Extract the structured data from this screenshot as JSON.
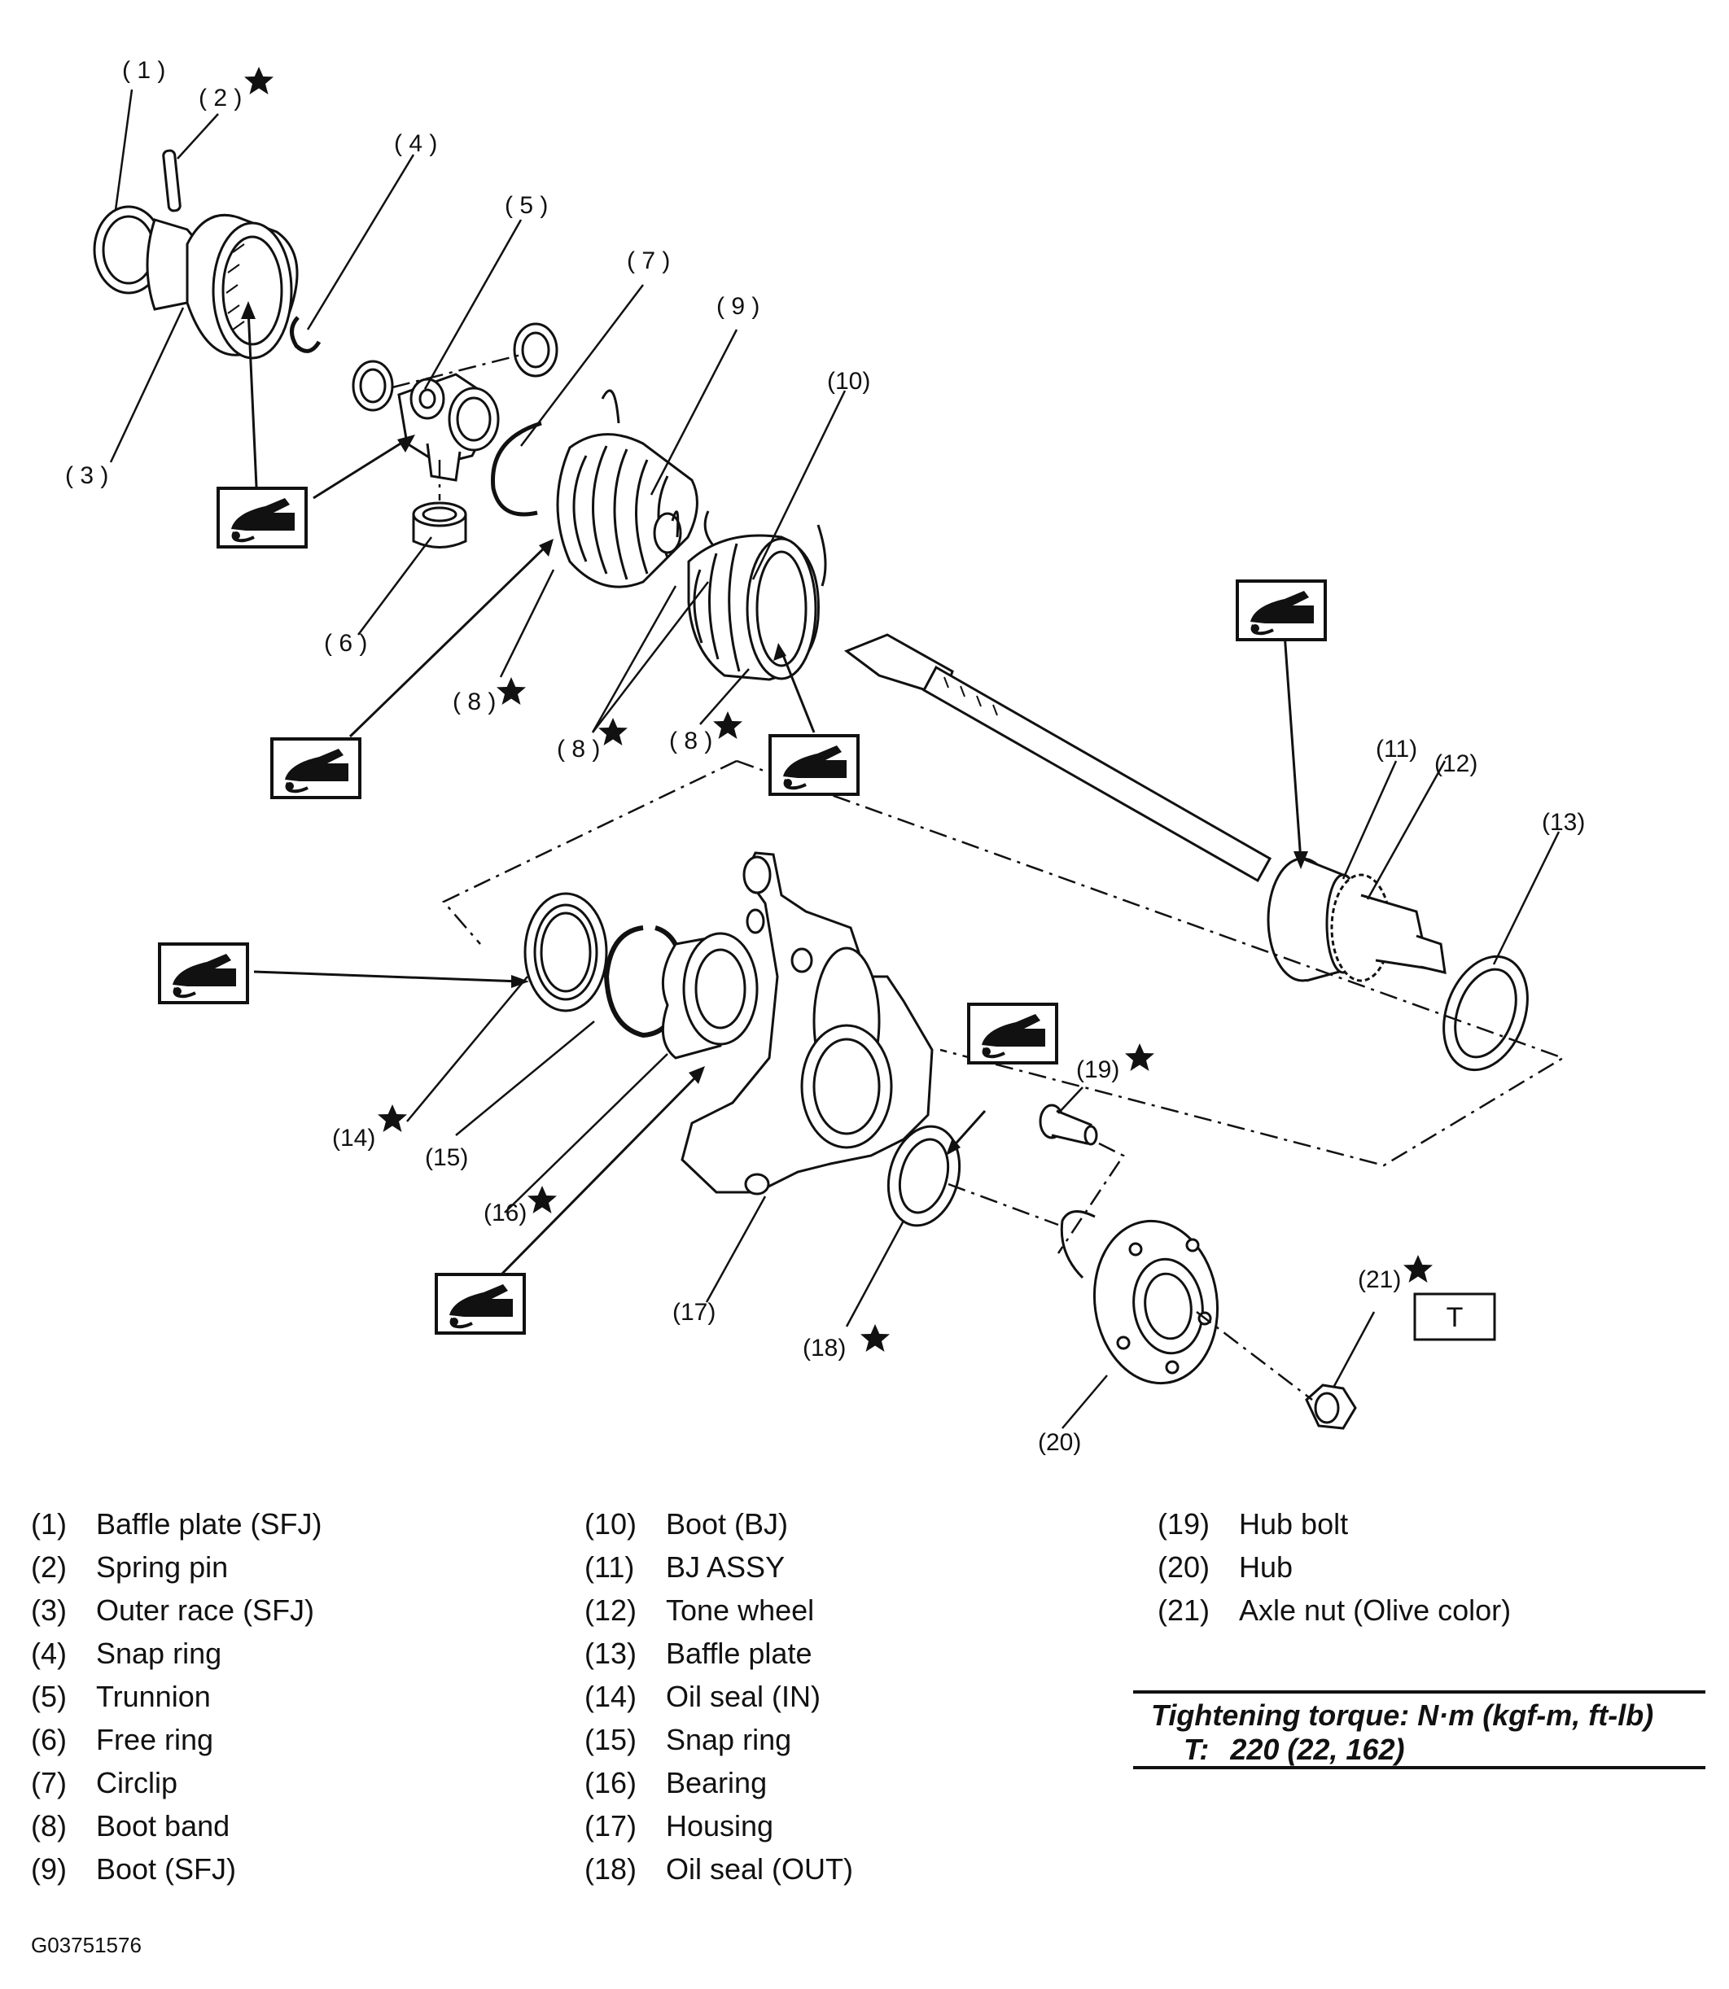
{
  "callouts": [
    {
      "id": "c1",
      "text": "( 1 )"
    },
    {
      "id": "c2",
      "text": "( 2 )"
    },
    {
      "id": "c3",
      "text": "( 3 )"
    },
    {
      "id": "c4",
      "text": "( 4 )"
    },
    {
      "id": "c5",
      "text": "( 5 )"
    },
    {
      "id": "c6",
      "text": "( 6 )"
    },
    {
      "id": "c7",
      "text": "( 7 )"
    },
    {
      "id": "c8a",
      "text": "( 8 )"
    },
    {
      "id": "c8b",
      "text": "( 8 )"
    },
    {
      "id": "c8c",
      "text": "( 8 )"
    },
    {
      "id": "c9",
      "text": "( 9 )"
    },
    {
      "id": "c10",
      "text": "(10)"
    },
    {
      "id": "c11",
      "text": "(11)"
    },
    {
      "id": "c12",
      "text": "(12)"
    },
    {
      "id": "c13",
      "text": "(13)"
    },
    {
      "id": "c14",
      "text": "(14)"
    },
    {
      "id": "c15",
      "text": "(15)"
    },
    {
      "id": "c16",
      "text": "(16)"
    },
    {
      "id": "c17",
      "text": "(17)"
    },
    {
      "id": "c18",
      "text": "(18)"
    },
    {
      "id": "c19",
      "text": "(19)"
    },
    {
      "id": "c20",
      "text": "(20)"
    },
    {
      "id": "c21",
      "text": "(21)"
    }
  ],
  "torque_mark": "T",
  "legend": [
    {
      "num": "(1)",
      "text": "Baffle plate (SFJ)"
    },
    {
      "num": "(2)",
      "text": "Spring pin"
    },
    {
      "num": "(3)",
      "text": "Outer race (SFJ)"
    },
    {
      "num": "(4)",
      "text": "Snap ring"
    },
    {
      "num": "(5)",
      "text": "Trunnion"
    },
    {
      "num": "(6)",
      "text": "Free ring"
    },
    {
      "num": "(7)",
      "text": "Circlip"
    },
    {
      "num": "(8)",
      "text": "Boot band"
    },
    {
      "num": "(9)",
      "text": "Boot (SFJ)"
    },
    {
      "num": "(10)",
      "text": "Boot (BJ)"
    },
    {
      "num": "(11)",
      "text": "BJ ASSY"
    },
    {
      "num": "(12)",
      "text": "Tone wheel"
    },
    {
      "num": "(13)",
      "text": "Baffle plate"
    },
    {
      "num": "(14)",
      "text": "Oil seal (IN)"
    },
    {
      "num": "(15)",
      "text": "Snap ring"
    },
    {
      "num": "(16)",
      "text": "Bearing"
    },
    {
      "num": "(17)",
      "text": "Housing"
    },
    {
      "num": "(18)",
      "text": "Oil seal (OUT)"
    },
    {
      "num": "(19)",
      "text": "Hub bolt"
    },
    {
      "num": "(20)",
      "text": "Hub"
    },
    {
      "num": "(21)",
      "text": "Axle nut (Olive color)"
    }
  ],
  "torque": {
    "heading": "Tightening torque: N·m (kgf-m, ft-lb)",
    "label": "T:",
    "value": "220 (22, 162)"
  },
  "figure_code": "G03751576"
}
